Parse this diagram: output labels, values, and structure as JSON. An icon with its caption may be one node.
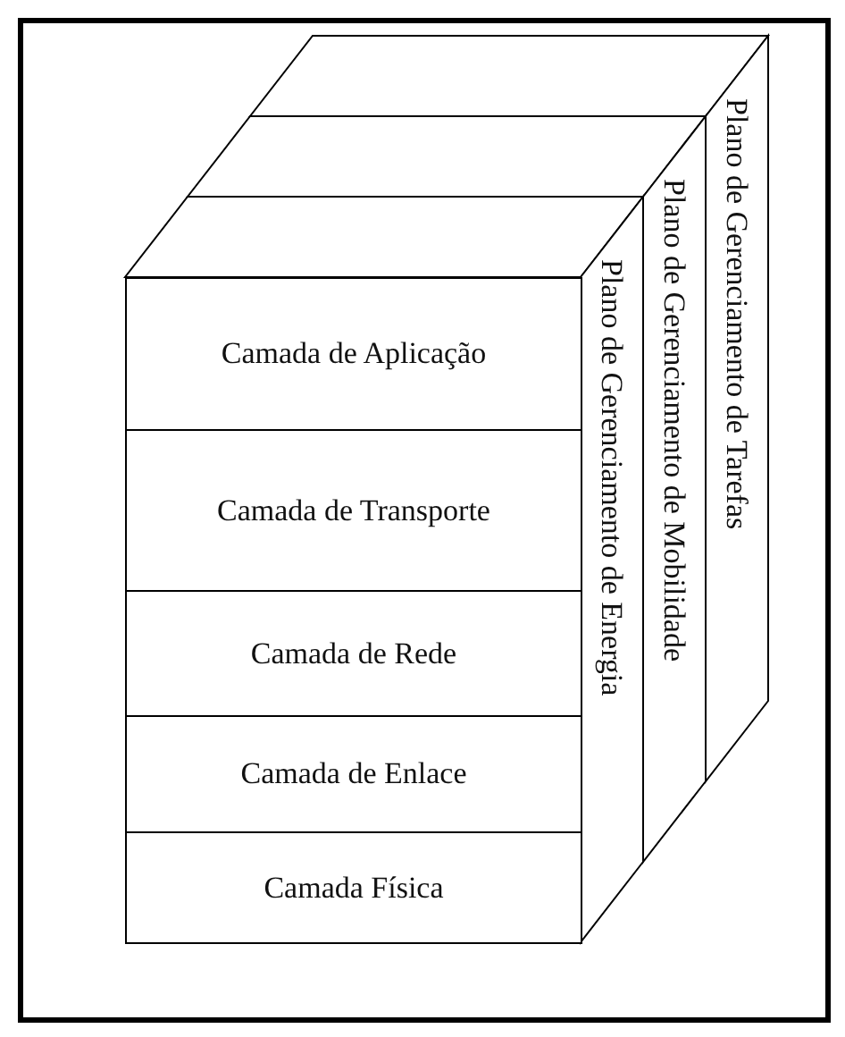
{
  "diagram": {
    "nodes": [
      {
        "text": [
          "Camada de Aplicação"
        ]
      },
      {
        "text": [
          "Camada de Transporte"
        ]
      },
      {
        "text": [
          "Camada de Rede"
        ]
      },
      {
        "text": [
          "Camada de Enlace"
        ]
      },
      {
        "text": [
          "Camada Física"
        ]
      },
      {
        "text": [
          "Plano de Gerenciamento de Energia"
        ]
      },
      {
        "text": [
          "Plano de Gerenciamento de Mobilidade"
        ]
      },
      {
        "text": [
          "Plano de Gerenciamento de Tarefas"
        ]
      }
    ]
  }
}
